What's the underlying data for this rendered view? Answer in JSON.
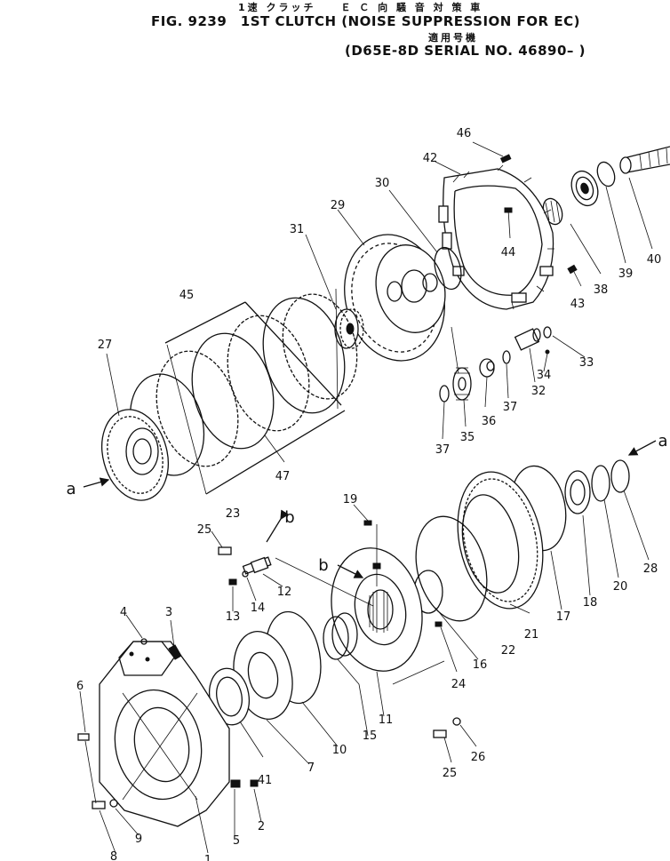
{
  "header": {
    "jp_line1": "1速 クラッチ　　Ｅ Ｃ 向 騒 音 対 策 車",
    "title": "FIG. 9239　1ST CLUTCH (NOISE SUPPRESSION FOR EC)",
    "jp_line2": "適用号機",
    "serial": "(D65E-8D SERIAL NO. 46890– )"
  },
  "callouts": [
    "1",
    "2",
    "3",
    "4",
    "5",
    "6",
    "7",
    "8",
    "9",
    "10",
    "11",
    "12",
    "13",
    "14",
    "15",
    "16",
    "17",
    "18",
    "19",
    "20",
    "21",
    "22",
    "23",
    "24",
    "25",
    "25",
    "26",
    "27",
    "28",
    "29",
    "30",
    "31",
    "32",
    "33",
    "34",
    "35",
    "36",
    "37",
    "37",
    "38",
    "39",
    "40",
    "41",
    "42",
    "43",
    "44",
    "45",
    "46",
    "47"
  ],
  "arrow_labels": [
    "a",
    "a",
    "b",
    "b"
  ],
  "icons": [
    "exploded-view-drawing",
    "leader-line",
    "arrow-marker"
  ]
}
